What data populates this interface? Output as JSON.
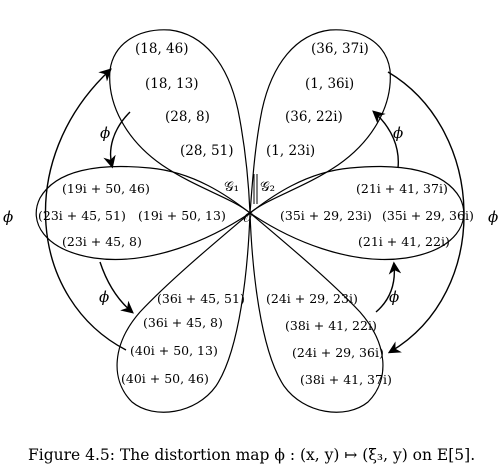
{
  "petal_labels": {
    "top_left": [
      "(18, 46)",
      "(18, 13)",
      "(28, 8)",
      "(28, 51)"
    ],
    "top_right": [
      "(36, 37i)",
      "(1, 36i)",
      "(36, 22i)",
      "(1, 23i)"
    ],
    "mid_left": [
      "(19i + 50, 46)",
      "(23i + 45, 51)",
      "(19i + 50, 13)",
      "(23i + 45, 8)"
    ],
    "mid_right": [
      "(21i + 41, 37i)",
      "(35i + 29, 23i)",
      "(35i + 29, 36i)",
      "(21i + 41, 22i)"
    ],
    "bottom_left": [
      "(36i + 45, 51)",
      "(36i + 45, 8)",
      "(40i + 50, 13)",
      "(40i + 50, 46)"
    ],
    "bottom_right": [
      "(24i + 29, 23i)",
      "(38i + 41, 22i)",
      "(24i + 29, 36i)",
      "(38i + 41, 37i)"
    ]
  },
  "group_labels": {
    "g1": "𝒢₁",
    "g2": "𝒢₂"
  },
  "origin_label": "𝒪",
  "map_symbol": "ϕ",
  "caption": "Figure 4.5: The distortion map ϕ : (x, y) ↦ (ξ₃, y) on E[5]."
}
